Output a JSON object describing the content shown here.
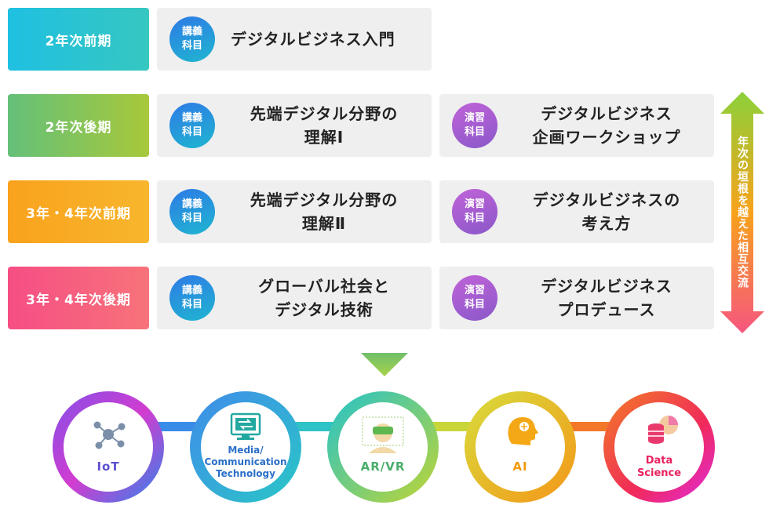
{
  "periods": {
    "p1": "2年次前期",
    "p2": "2年次後期",
    "p3": "3年・4年次前期",
    "p4": "3年・4年次後期"
  },
  "badges": {
    "lecture": "講義\n科目",
    "seminar": "演習\n科目"
  },
  "courses": {
    "r1_lecture": "デジタルビジネス入門",
    "r2_lecture": "先端デジタル分野の\n理解Ⅰ",
    "r2_seminar": "デジタルビジネス\n企画ワークショップ",
    "r3_lecture": "先端デジタル分野の\n理解Ⅱ",
    "r3_seminar": "デジタルビジネスの\n考え方",
    "r4_lecture": "グローバル社会と\nデジタル技術",
    "r4_seminar": "デジタルビジネス\nプロデュース"
  },
  "exchange_label": "年次の垣根を越えた相互交流",
  "fields": {
    "iot": "IoT",
    "media": "Media/\nCommunication\nTechnology",
    "arvr": "AR/VR",
    "ai": "AI",
    "ds": "Data\nScience"
  },
  "colors": {
    "p1": "#1fb5d6",
    "p2": "#8cc63f",
    "p3": "#f7a21b",
    "p4": "#f65a7e",
    "iot": "#5a4fcf",
    "media": "#2a7fd8",
    "arvr": "#4cb46a",
    "ai": "#f5a10f",
    "ds": "#ea2a66"
  }
}
